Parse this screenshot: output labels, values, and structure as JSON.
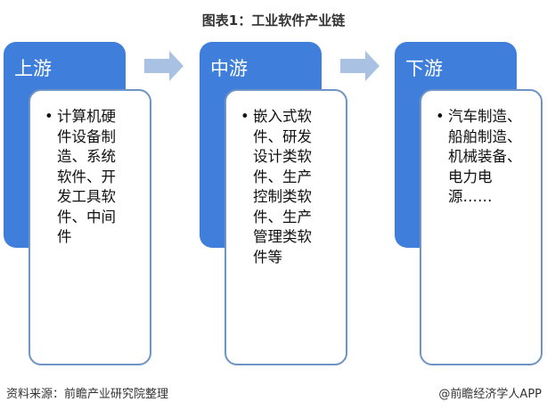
{
  "title": "图表1：工业软件产业链",
  "stages": [
    {
      "label": "上游",
      "lines": [
        "计算机硬",
        "件设备制",
        "造、系统",
        "软件、开",
        "发工具软",
        "件、中间",
        "件"
      ]
    },
    {
      "label": "中游",
      "lines": [
        "嵌入式软",
        "件、研发",
        "设计类软",
        "件、生产",
        "控制类软",
        "件、生产",
        "管理类软",
        "件等"
      ]
    },
    {
      "label": "下游",
      "lines": [
        "汽车制造、",
        "船舶制造、",
        "机械装备、",
        "电力电",
        "源……"
      ]
    }
  ],
  "bullet": "•",
  "footer": {
    "source": "资料来源：前瞻产业研究院整理",
    "credit": "@前瞻经济学人APP"
  },
  "colors": {
    "stage": "#3f7fdb",
    "card_border": "#6d94c4",
    "arrow": "#a9c1e3"
  }
}
